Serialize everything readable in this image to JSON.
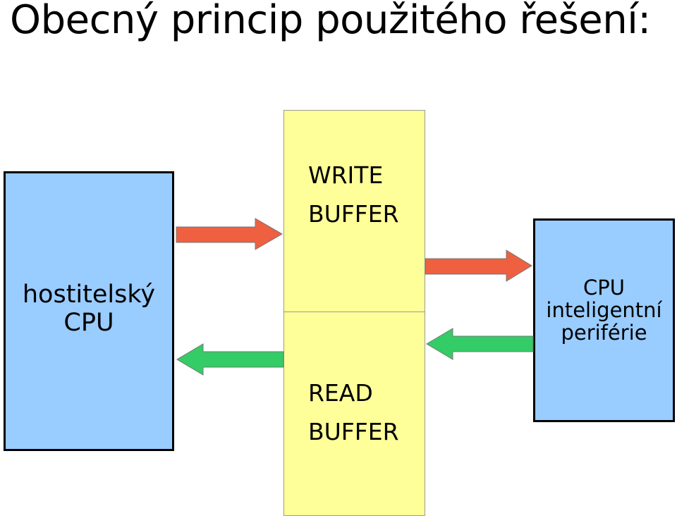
{
  "title": "Obecný princip použitého řešení:",
  "host": {
    "line1": "hostitelský",
    "line2": "CPU"
  },
  "write_buffer": {
    "line1": "WRITE",
    "line2": "BUFFER"
  },
  "read_buffer": {
    "line1": "READ",
    "line2": "BUFFER"
  },
  "peripheral": {
    "line1": "CPU",
    "line2": "inteligentní",
    "line3": "periférie"
  },
  "colors": {
    "cpu_box": "#99ccff",
    "buffer": "#ffff99",
    "write_arrow": "#ee6040",
    "read_arrow": "#33cc66"
  }
}
